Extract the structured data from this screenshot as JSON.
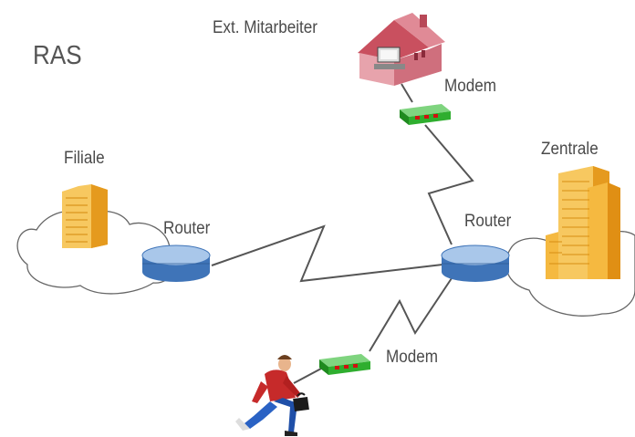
{
  "title": "RAS",
  "labels": {
    "home_office": "Ext. Mitarbeiter",
    "modem_top": "Modem",
    "branch": "Filiale",
    "headquarters": "Zentrale",
    "router_left": "Router",
    "router_right": "Router",
    "modem_bottom": "Modem"
  },
  "colors": {
    "building": "#f5b940",
    "router": "#8fb3dd",
    "modem": "#2fae2f",
    "modem_led": "#d01010",
    "house": "#d2707e",
    "person_shirt": "#c62a2a",
    "person_pants": "#2a62c4",
    "link": "#555555",
    "cloud_outline": "#666666"
  },
  "icons": [
    "cloud-icon",
    "building-icon",
    "router-icon",
    "modem-icon",
    "house-icon",
    "person-icon",
    "briefcase-icon"
  ]
}
